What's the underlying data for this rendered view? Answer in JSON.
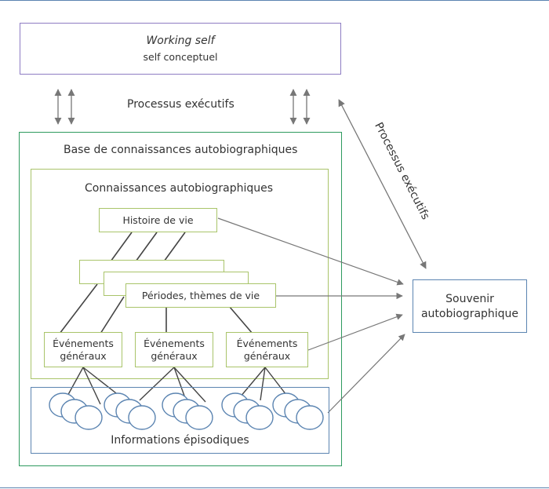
{
  "working_self": {
    "title": "Working self",
    "subtitle": "self conceptuel"
  },
  "processus_left": "Processus exécutifs",
  "processus_right": "Processus exécutifs",
  "base": {
    "title": "Base de connaissances autobiographiques"
  },
  "connaissances": {
    "title": "Connaissances autobiographiques",
    "histoire": "Histoire de vie",
    "periodes": "Périodes, thèmes de vie",
    "evenements": [
      {
        "line1": "Événements",
        "line2": "généraux"
      },
      {
        "line1": "Événements",
        "line2": "généraux"
      },
      {
        "line1": "Événements",
        "line2": "généraux"
      }
    ]
  },
  "episodiques": {
    "title": "Informations épisodiques"
  },
  "souvenir": {
    "line1": "Souvenir",
    "line2": "autobiographique"
  },
  "colors": {
    "purple": "#8e7cc3",
    "green": "#2e9a5e",
    "lightgreen": "#a9c46a",
    "blue": "#5b84b1",
    "arrow": "#777777"
  }
}
